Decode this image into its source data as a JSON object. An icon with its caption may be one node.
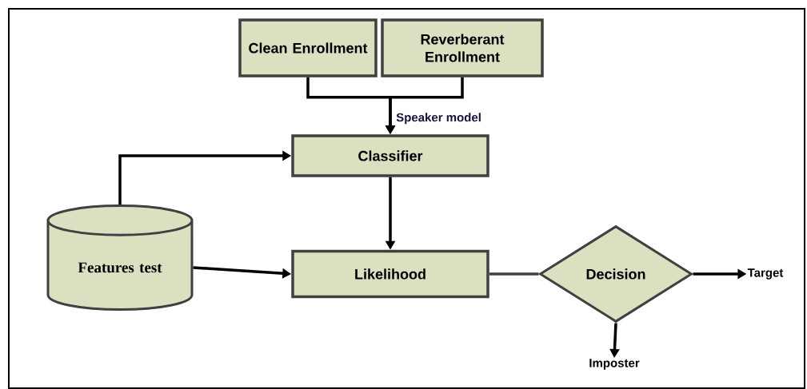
{
  "diagram": {
    "nodes": [
      {
        "text": [
          "Clean Enrollment"
        ]
      },
      {
        "text": [
          "Reverberant Enrollment"
        ]
      },
      {
        "text": [
          "Classifier"
        ]
      },
      {
        "text": [
          "Features test"
        ]
      },
      {
        "text": [
          "Likelihood"
        ]
      },
      {
        "text": [
          "Decision"
        ]
      },
      {
        "text": [
          "Target"
        ]
      },
      {
        "text": [
          "Imposter"
        ]
      }
    ],
    "edges": [
      {
        "from": 0,
        "to": 2,
        "arrow": "to",
        "label": "Speaker model"
      },
      {
        "from": 1,
        "to": 2,
        "arrow": "to"
      },
      {
        "from": 3,
        "to": 2,
        "arrow": "to"
      },
      {
        "from": 2,
        "to": 4,
        "arrow": "to"
      },
      {
        "from": 3,
        "to": 4,
        "arrow": "to"
      },
      {
        "from": 4,
        "to": 5,
        "arrow": "none",
        "color": "#404040"
      },
      {
        "from": 5,
        "to": 6,
        "arrow": "to"
      },
      {
        "from": 5,
        "to": 7,
        "arrow": "to"
      }
    ]
  }
}
